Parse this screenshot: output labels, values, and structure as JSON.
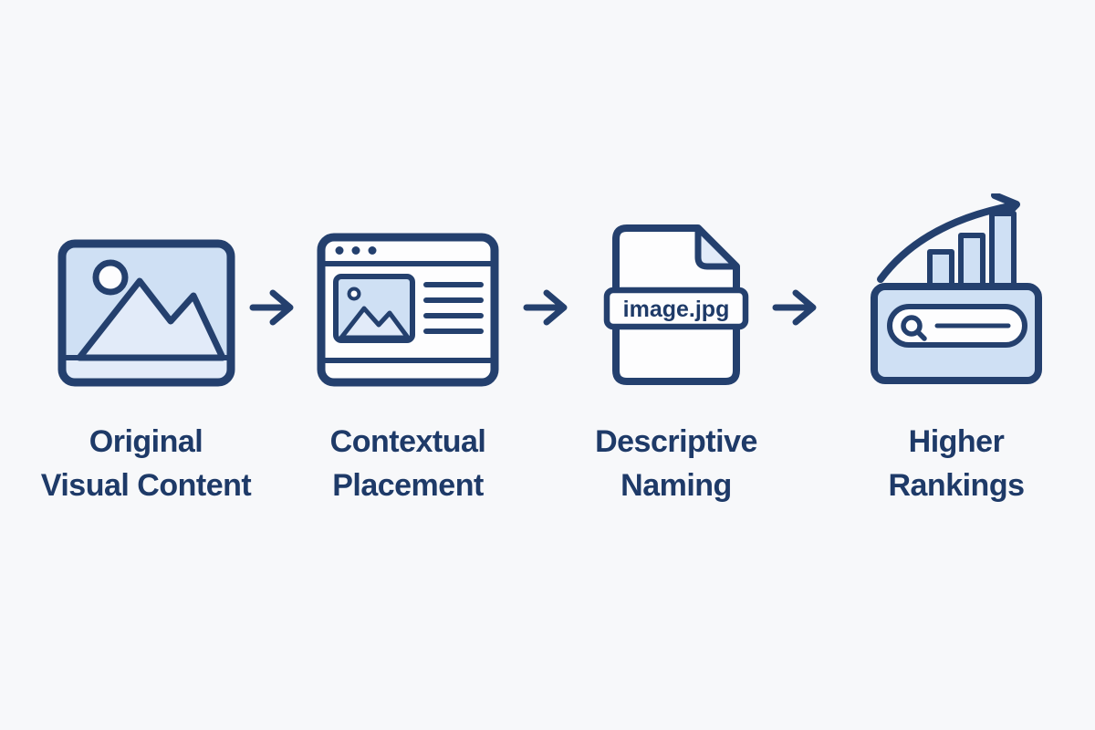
{
  "colors": {
    "background": "#f7f8fa",
    "stroke": "#24406e",
    "text": "#1e3a68",
    "fill-light": "#cfe0f4",
    "fill-lighter": "#e2ebf9",
    "paper": "#fdfdfe"
  },
  "steps": [
    {
      "label_line1": "Original",
      "label_line2": "Visual Content",
      "icon": "image-icon"
    },
    {
      "label_line1": "Contextual",
      "label_line2": "Placement",
      "icon": "browser-window-icon"
    },
    {
      "label_line1": "Descriptive",
      "label_line2": "Naming",
      "icon": "file-icon",
      "file_label": "image.jpg"
    },
    {
      "label_line1": "Higher",
      "label_line2": "Rankings",
      "icon": "search-ranking-icon"
    }
  ]
}
